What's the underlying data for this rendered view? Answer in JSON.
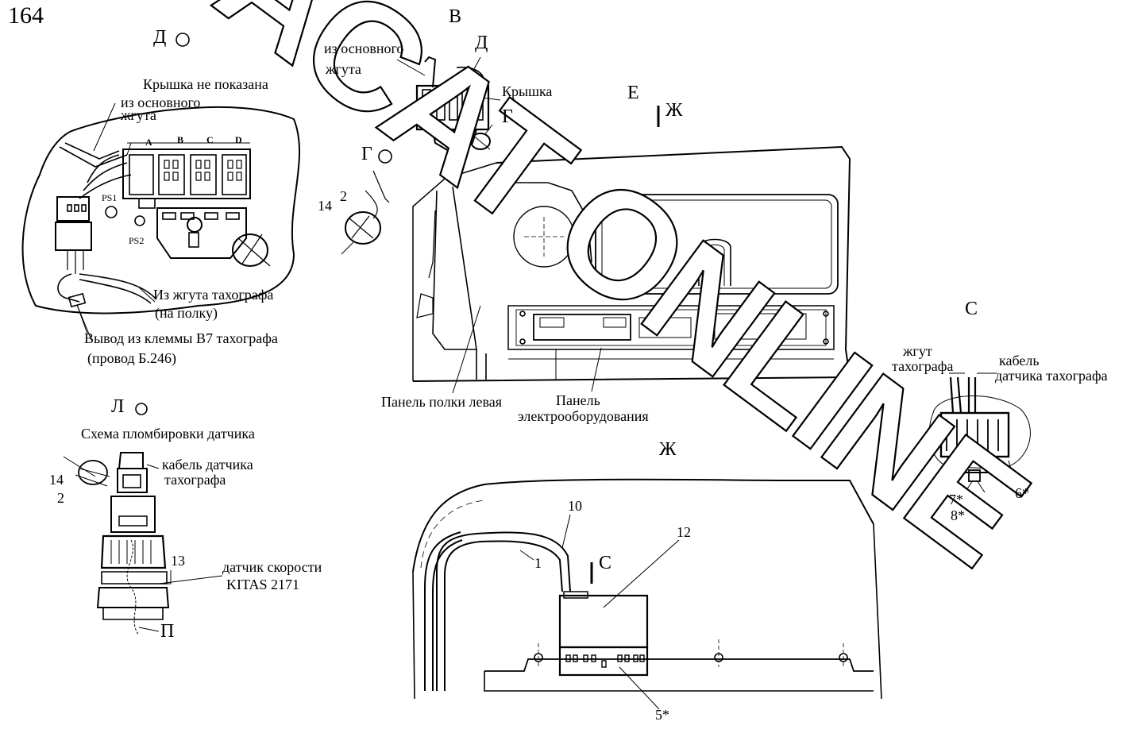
{
  "page_number": "164",
  "views": {
    "d": "Д",
    "v": "В",
    "d2": "Д",
    "g": "Г",
    "g2": "Г",
    "e": "Е",
    "zh_ref": "Ж",
    "s": "С",
    "l": "Л",
    "zh": "Ж",
    "s2": "С"
  },
  "labels": {
    "cover_not_shown": "Крышка не показана",
    "from_main_harness_1": "из основного",
    "from_main_harness_2": "жгута",
    "from_main_harness_v1": "из основного",
    "from_main_harness_v2": "жгута",
    "cover": "Крышка",
    "ps1": "PS1",
    "ps2": "PS2",
    "conn_a": "A",
    "conn_b": "B",
    "conn_c": "C",
    "conn_d": "D",
    "from_tacho_harness": "Из жгута  тахографа",
    "to_shelf": "(на полку)",
    "output_b7": "Вывод из клеммы В7 тахографа",
    "wire_b246": "(провод Б.246)",
    "shelf_panel_left": "Панель полки левая",
    "elec_panel_1": "Панель",
    "elec_panel_2": "электрооборудования",
    "seal_scheme": "Схема пломбировки датчика",
    "sensor_cable_1": "кабель датчика",
    "sensor_cable_2": "тахографа",
    "speed_sensor_1": "датчик скорости",
    "speed_sensor_2": "KITAS 2171",
    "tacho_harness_1": "жгут",
    "tacho_harness_2": "тахографа",
    "sensor_cable_c1": "кабель",
    "sensor_cable_c2": "датчика тахографа",
    "seal_p": "П"
  },
  "callouts": {
    "n14": "14",
    "n2": "2",
    "n14b": "14",
    "n2b": "2",
    "n13": "13",
    "n10": "10",
    "n12": "12",
    "n1": "1",
    "n5": "5*",
    "n6": "6*",
    "n7": "7*",
    "n8": "8*"
  },
  "watermark": "ACAT ONLINE"
}
